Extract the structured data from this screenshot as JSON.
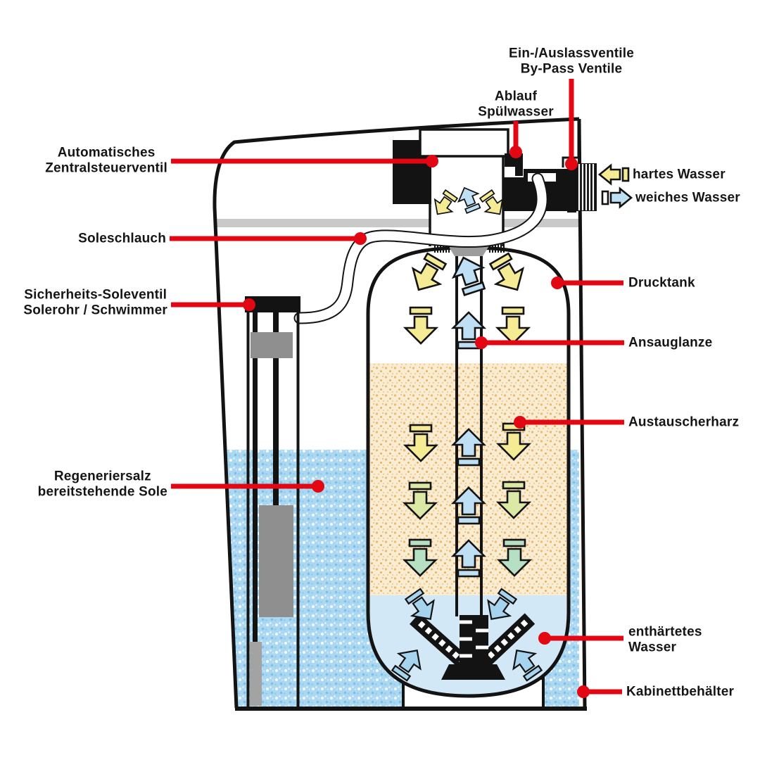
{
  "diagram": {
    "subject": "water-softener-cutaway-schematic",
    "language": "de"
  },
  "labels": {
    "inlet_outlet": {
      "line1": "Ein-/Auslassventile",
      "line2": "By-Pass Ventile"
    },
    "drain": {
      "line1": "Ablauf",
      "line2": "Spülwasser"
    },
    "control_valve": {
      "line1": "Automatisches",
      "line2": "Zentralsteuerventil"
    },
    "brine_hose": {
      "text": "Soleschlauch"
    },
    "safety_valve": {
      "line1": "Sicherheits-Soleventil",
      "line2": "Solerohr / Schwimmer"
    },
    "salt": {
      "line1": "Regeneriersalz",
      "line2": "bereitstehende Sole"
    },
    "hard_water": {
      "text": "hartes Wasser"
    },
    "soft_water": {
      "text": "weiches Wasser"
    },
    "pressure_tank": {
      "text": "Drucktank"
    },
    "suction_lance": {
      "text": "Ansauglanze"
    },
    "resin": {
      "text": "Austauscherharz"
    },
    "softened_water": {
      "line1": "enthärtetes",
      "line2": "Wasser"
    },
    "cabinet": {
      "text": "Kabinettbehälter"
    }
  },
  "colors": {
    "callout_red": "#e30613",
    "outline_black": "#131313",
    "arrow_yellow": "#f6eb95",
    "arrow_blue": "#bfe0f4",
    "arrow_yellow_green": "#dce9a6",
    "arrow_green": "#b7dfc4",
    "arrow_blue_soft": "#a6d3ee",
    "resin_base": "#f8ecd2",
    "resin_speckle": "#e8a84a",
    "brine_base": "#abd7f1",
    "softened_water_fill": "#d3e8f6",
    "gray_band": "#c9c9c9",
    "float_gray": "#8f8f8f",
    "distributor_gray": "#9c9c9c"
  }
}
